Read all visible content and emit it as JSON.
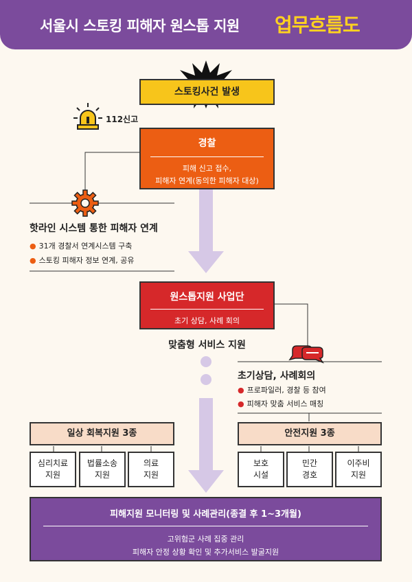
{
  "header": {
    "title": "서울시 스토킹 피해자 원스톱 지원",
    "highlight": "업무흐름도"
  },
  "flow": {
    "stalking": "스토킹사건 발생",
    "report": "112신고",
    "police": {
      "title": "경찰",
      "line1": "피해 신고 접수,",
      "line2": "피해자 연계(동의한 피해자 대상)"
    },
    "hotline": {
      "title": "핫라인 시스템 통한 피해자 연계",
      "items": [
        "31개 경찰서 연계시스템 구축",
        "스토킹 피해자 정보 연계, 공유"
      ]
    },
    "onestop": {
      "title": "원스톱지원 사업단",
      "sub": "초기 상담, 사례 회의"
    },
    "custom": "맞춤형 서비스 지원",
    "consult": {
      "title": "초기상담, 사례회의",
      "items": [
        "프로파일러, 경찰 등 참여",
        "피해자 맞춤 서비스 매칭"
      ]
    },
    "daily": {
      "title": "일상 회복지원 3종",
      "items": [
        [
          "심리치료",
          "지원"
        ],
        [
          "법률소송",
          "지원"
        ],
        [
          "의료",
          "지원"
        ]
      ]
    },
    "safety": {
      "title": "안전지원 3종",
      "items": [
        [
          "보호",
          "시설"
        ],
        [
          "민간",
          "경호"
        ],
        [
          "이주비",
          "지원"
        ]
      ]
    },
    "monitor": {
      "title": "피해지원 모니터링 및 사례관리(종결 후 1~3개월)",
      "line1": "고위험군 사례 집중 관리",
      "line2": "피해자 안정 상황 확인 및 추가서비스 발굴지원"
    }
  },
  "colors": {
    "purple": "#7b4b9c",
    "yellow": "#f7c51b",
    "orange": "#ec5e13",
    "red": "#d6282a",
    "peach": "#f8dcc8",
    "arrow": "#d6c8e6"
  }
}
